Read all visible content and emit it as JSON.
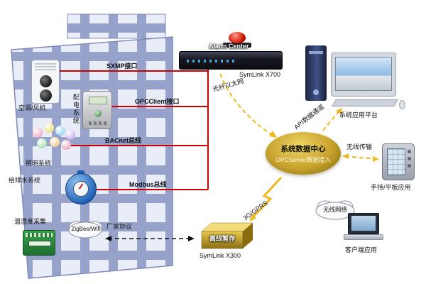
{
  "building": {
    "systems": {
      "hvac": "空调/风机",
      "power": "配电系统",
      "lighting": "照明系统",
      "water": "给排水系统",
      "temp_humidity": "温湿度采集"
    },
    "zigbee_cloud": "ZigBee/Wifi",
    "vendor_protocol": "厂家协议"
  },
  "buses": {
    "sxmp": "SXMP接口",
    "opcclient": "OPCClient接口",
    "bacnet": "BACnet总线",
    "modbus": "Modbus总线"
  },
  "gateway": {
    "alarm": "Alarm Center",
    "x700": "SymLink X700",
    "x300": "SymLink X300",
    "x300_tag": "离线暂存"
  },
  "links": {
    "fiber": "光纤以太网",
    "api": "API数据通道",
    "wireless": "无线传输",
    "wifi_network": "无线网络",
    "gprs": "3G/GPRS"
  },
  "datacenter": {
    "title": "系统数据中心",
    "subtitle": "OPCServer数据接入"
  },
  "clients": {
    "platform": "系统应用平台",
    "handheld": "手持/平板应用",
    "client_app": "客户端应用"
  },
  "colors": {
    "bus_line": "#cc0000",
    "link_arrow": "#f0b820",
    "datacenter_gold": "#c8a32c",
    "building_facade": "#9ba6ce"
  }
}
